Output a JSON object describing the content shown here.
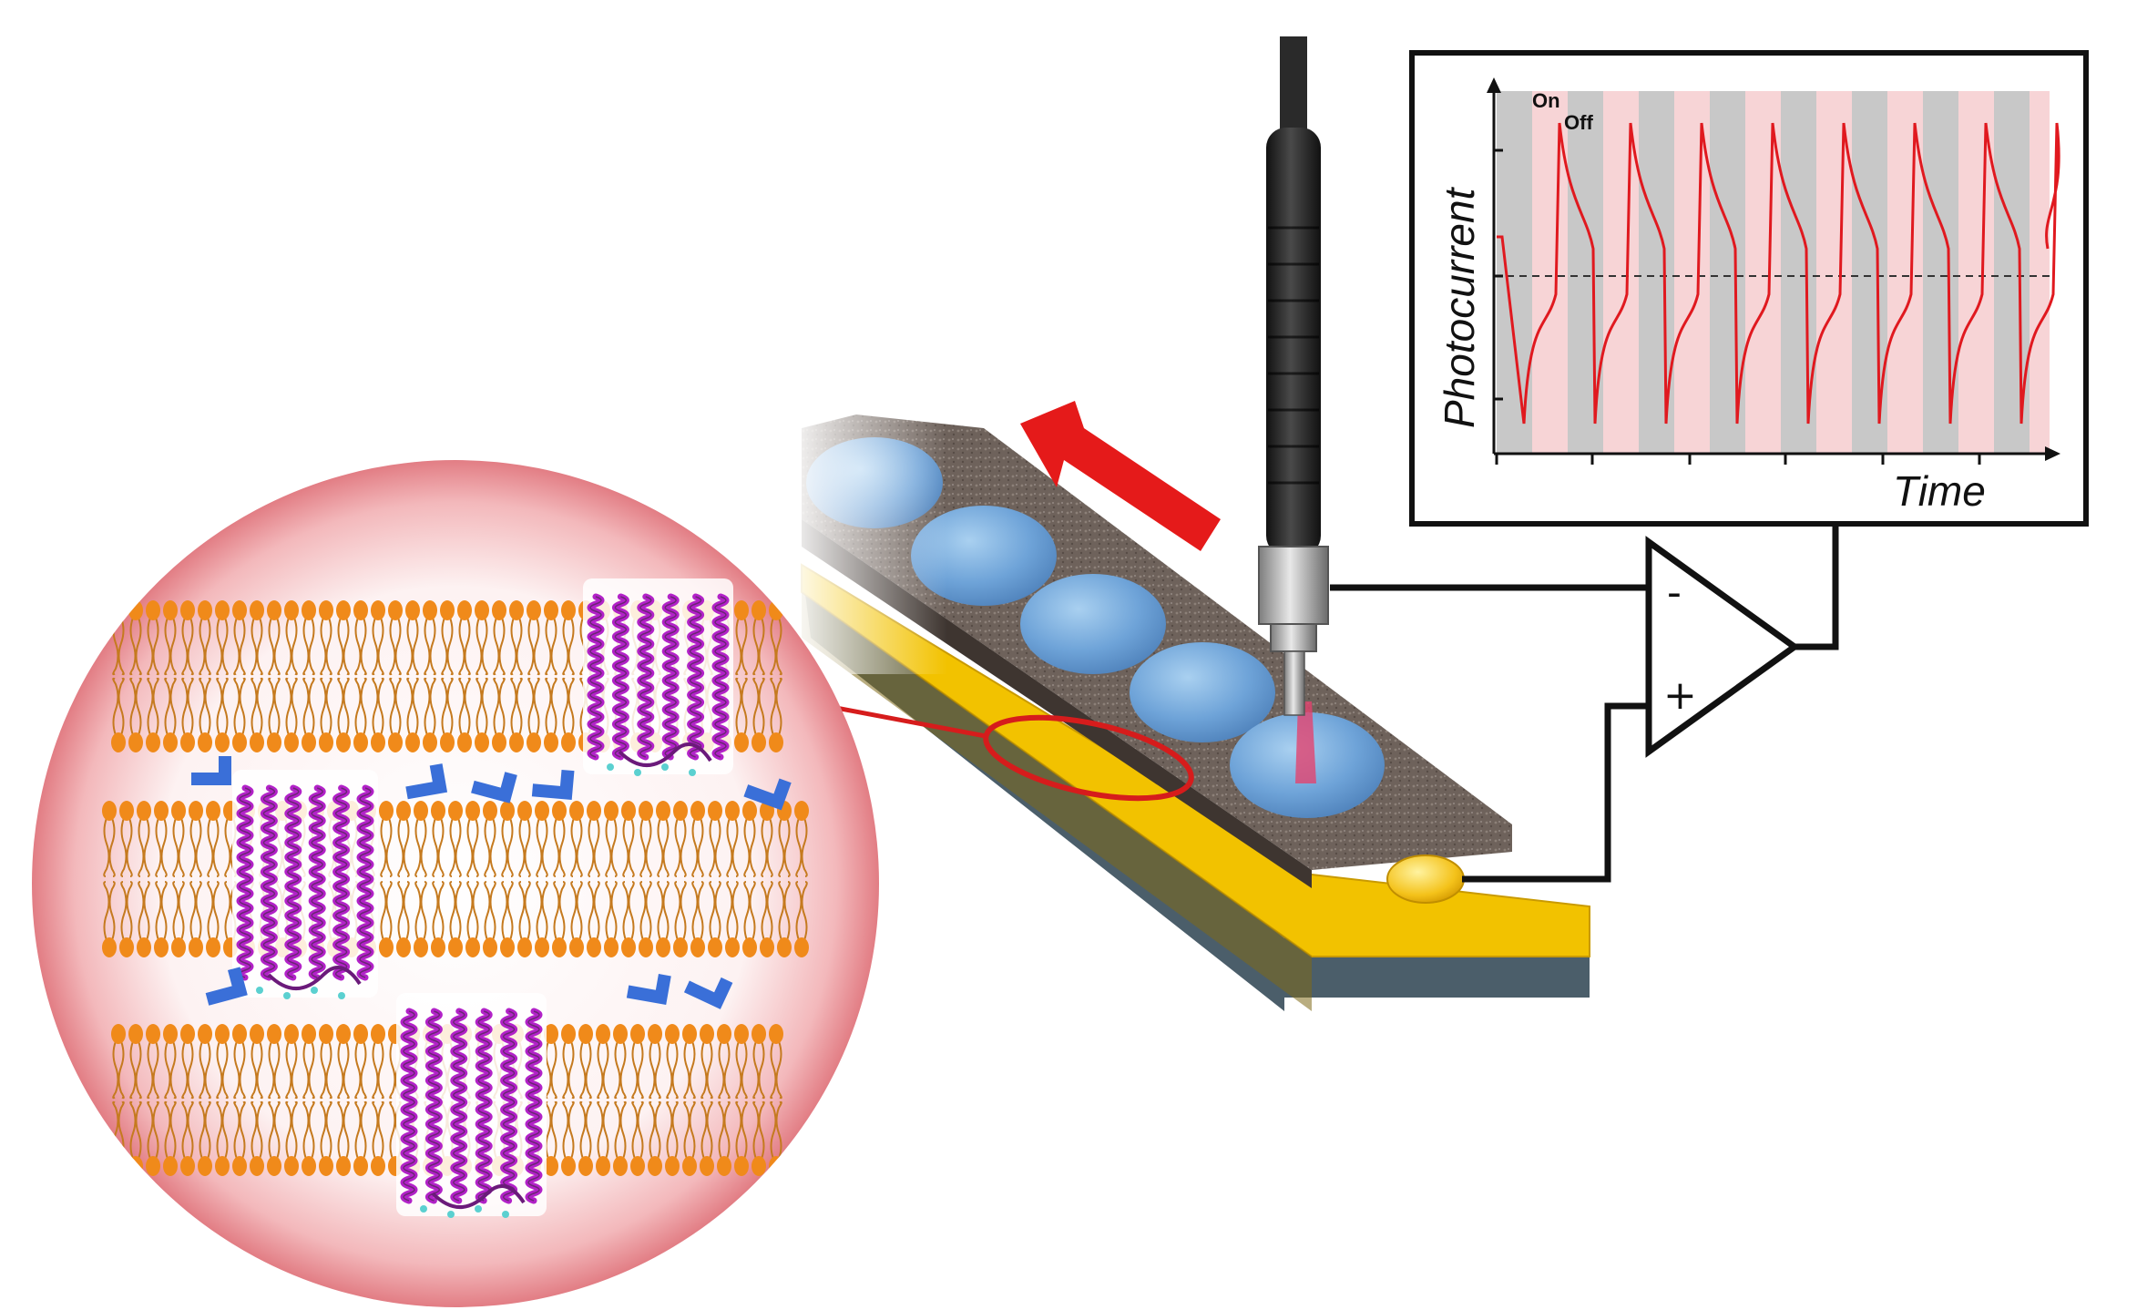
{
  "inset_graph": {
    "ylabel": "Photocurrent",
    "xlabel": "Time",
    "on_label": "On",
    "off_label": "Off",
    "colors": {
      "light_on": "#f7d4d6",
      "light_off": "#c8c8c8",
      "trace": "#e0191f",
      "baseline": "#333333"
    }
  },
  "amplifier": {
    "minus_label": "-",
    "plus_label": "+"
  },
  "palette": {
    "lipid_head": "#f08a1a",
    "lipid_tail": "#c57a1f",
    "protein": "#b222c8",
    "ligand": "#3a6fd8",
    "gold_electrode": "#f2c200",
    "drop_blue": "#7fb0e0",
    "arrow_red": "#e51a1a",
    "bubble_rim": "#e98a8f"
  }
}
